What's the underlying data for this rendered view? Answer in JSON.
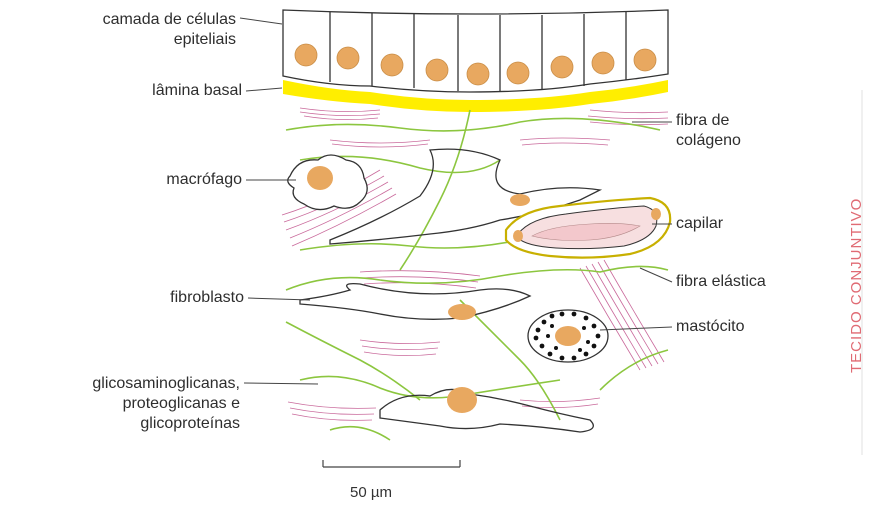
{
  "labels": {
    "epithelial_line1": "camada de células",
    "epithelial_line2": "epiteliais",
    "basal_lamina": "lâmina basal",
    "macrophage": "macrófago",
    "fibroblast": "fibroblasto",
    "gag_line1": "glicosaminoglicanas,",
    "gag_line2": "proteoglicanas e",
    "gag_line3": "glicoproteínas",
    "collagen_line1": "fibra de",
    "collagen_line2": "colágeno",
    "capillary": "capilar",
    "elastic_fiber": "fibra elástica",
    "mast_cell": "mastócito"
  },
  "scale_bar": "50 µm",
  "side_title": "TECIDO CONJUNTIVO",
  "colors": {
    "basal_lamina": "#ffee00",
    "nucleus": "#e8a860",
    "elastic_fiber": "#8cc63f",
    "collagen": "#c0508a",
    "side_title": "#e06b74"
  }
}
